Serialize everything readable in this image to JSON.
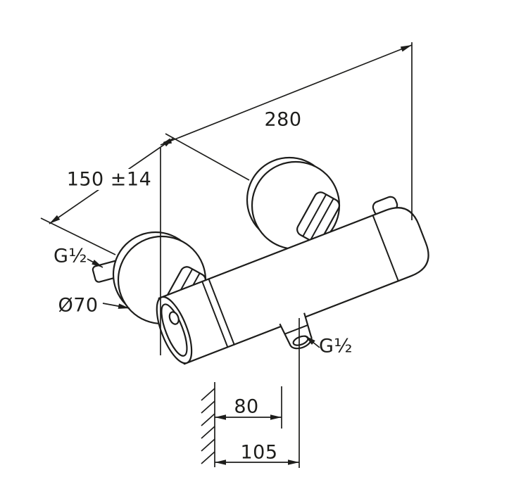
{
  "drawing": {
    "colors": {
      "line": "#1d1d1b",
      "background": "#ffffff"
    },
    "labels": {
      "overall_length": "280",
      "connection_spacing": "150 ±14",
      "inlet_thread": "G½",
      "flange_diameter": "Ø70",
      "outlet_thread": "G½",
      "outlet_wall_distance": "80",
      "front_wall_distance": "105"
    }
  }
}
